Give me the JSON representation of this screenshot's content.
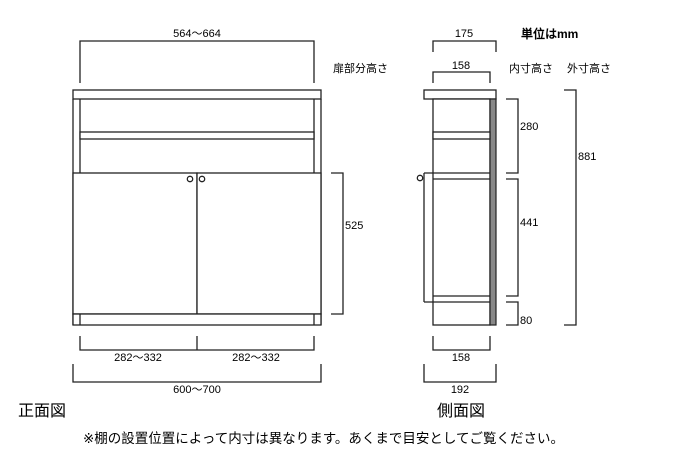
{
  "unit_label": "単位はmm",
  "front_view": {
    "title": "正面図",
    "width_inner": "564〜664",
    "door_height_label": "扉部分高さ",
    "door_height": "525",
    "door_width_left": "282〜332",
    "door_width_right": "282〜332",
    "width_outer": "600〜700"
  },
  "side_view": {
    "title": "側面図",
    "depth_top_outer": "175",
    "depth_top_inner": "158",
    "inner_height_label": "内寸高さ",
    "outer_height_label": "外寸高さ",
    "inner_height_upper": "280",
    "inner_height_lower": "441",
    "plinth_height": "80",
    "outer_height": "881",
    "depth_bottom_inner": "158",
    "depth_bottom_outer": "192"
  },
  "note": "※棚の設置位置によって内寸は異なります。あくまで目安としてご覧ください。",
  "colors": {
    "line": "#222222",
    "back_panel": "#888888"
  }
}
